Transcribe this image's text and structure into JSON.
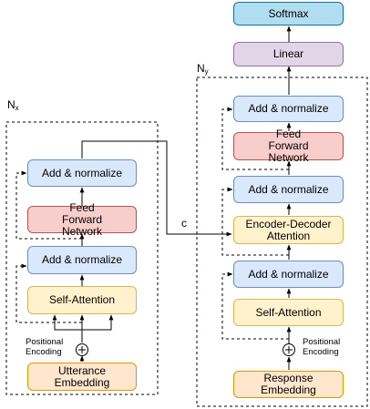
{
  "encoder": {
    "stack_label": "N",
    "stack_sub": "x",
    "add_norm_top": "Add & normalize",
    "feed_forward": "Feed Forward Network",
    "add_norm_bottom": "Add & normalize",
    "self_attention": "Self-Attention",
    "positional_encoding": "Positional Encoding",
    "embedding": "Utterance Embedding"
  },
  "connection_label": "c",
  "decoder": {
    "stack_label": "N",
    "stack_sub": "y",
    "softmax": "Softmax",
    "linear": "Linear",
    "add_norm_top": "Add & normalize",
    "feed_forward": "Feed Forward Network",
    "add_norm_mid": "Add & normalize",
    "enc_dec_attention": "Encoder-Decoder Attention",
    "add_norm_bottom": "Add & normalize",
    "self_attention": "Self-Attention",
    "positional_encoding": "Positional Encoding",
    "embedding": "Response Embedding"
  }
}
